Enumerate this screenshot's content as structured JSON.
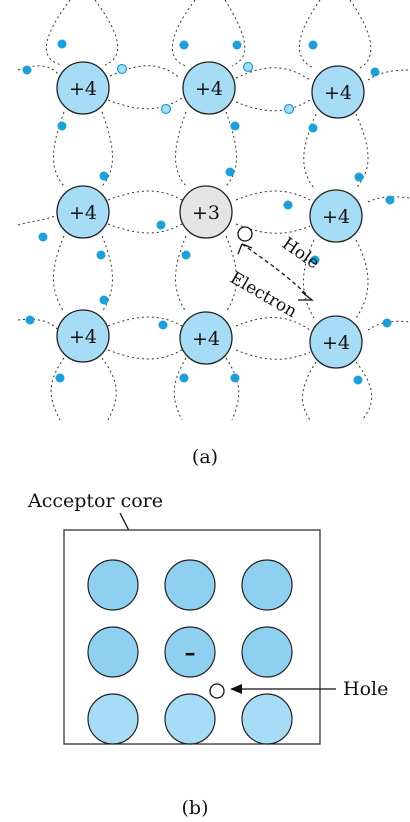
{
  "lattice": {
    "atom_labels": [
      [
        "+4",
        "+4",
        "+4"
      ],
      [
        "+4",
        "+3",
        "+4"
      ],
      [
        "+4",
        "+4",
        "+4"
      ]
    ],
    "hole_label": "Hole",
    "electron_label": "Electron"
  },
  "panel_a": {
    "caption": "(a)"
  },
  "panel_b": {
    "caption": "(b)",
    "acceptor_label": "Acceptor core",
    "acceptor_charge": "–",
    "hole_label": "Hole"
  },
  "colors": {
    "atom_fill": "#a6dcf5",
    "acceptor_atom_fill": "#e4e4e4",
    "electron": "#1aa0dd",
    "hole_fill": "#ffffff",
    "core_fill": "#8fd0f1"
  }
}
